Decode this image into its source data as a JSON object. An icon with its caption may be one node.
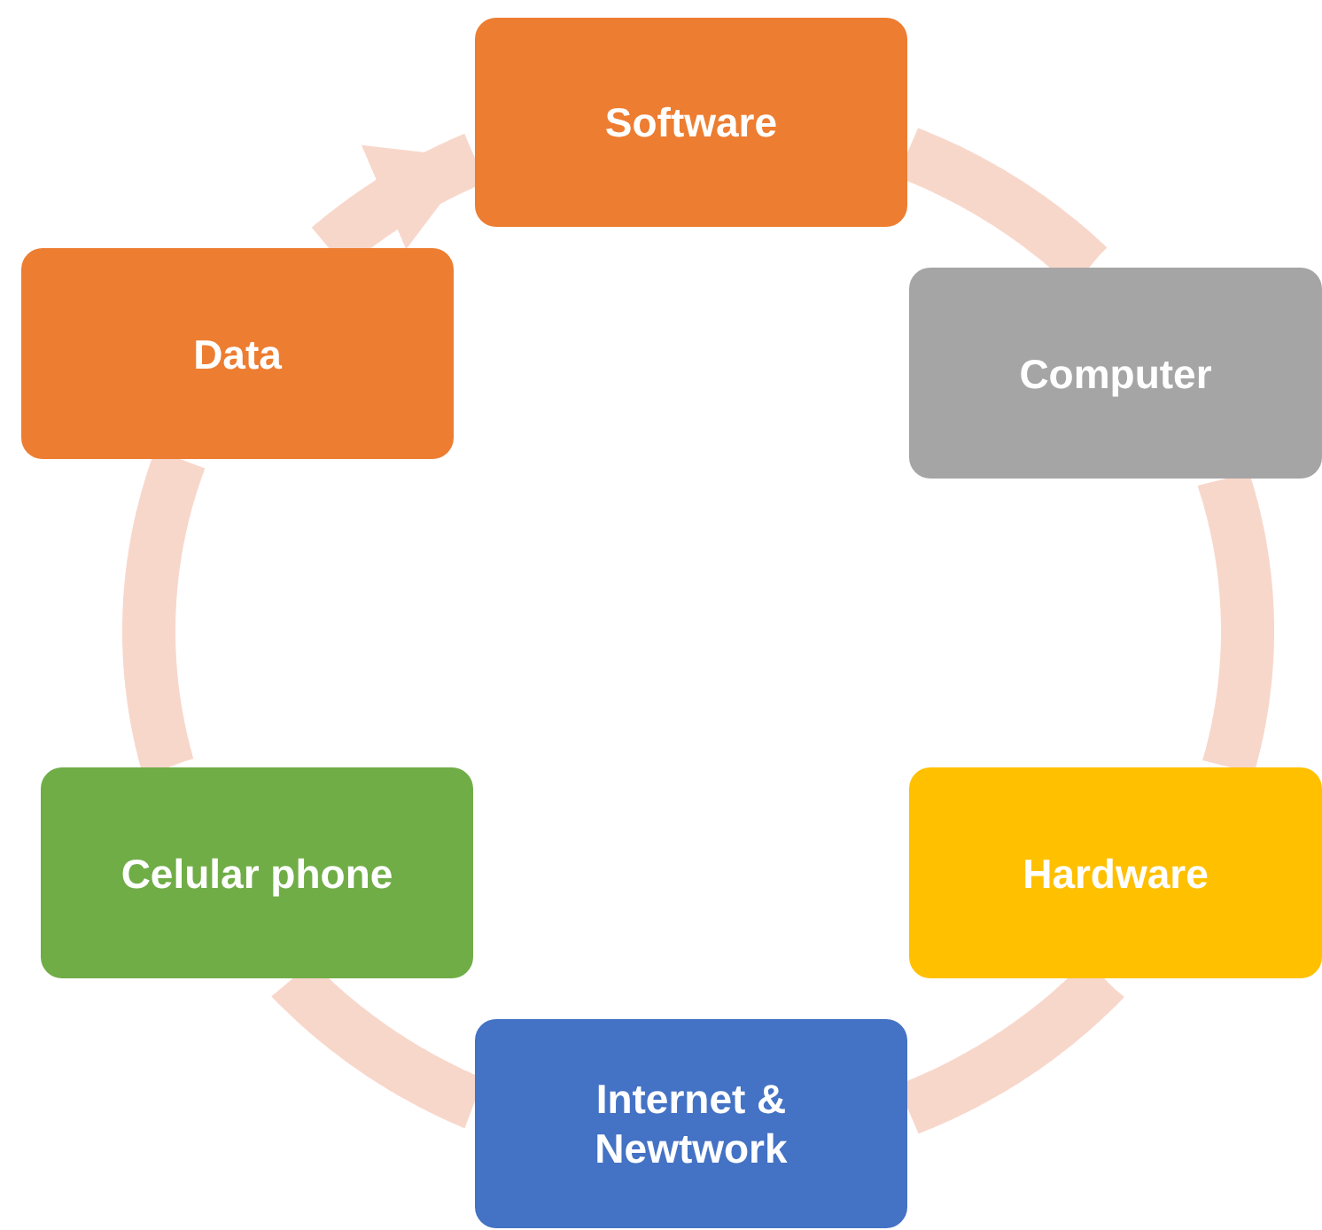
{
  "diagram": {
    "nodes": [
      {
        "text": [
          "Software"
        ]
      },
      {
        "text": [
          "Computer"
        ]
      },
      {
        "text": [
          "Hardware"
        ]
      },
      {
        "text": [
          "Internet & Newtwork"
        ]
      },
      {
        "text": [
          "Celular phone"
        ]
      },
      {
        "text": [
          "Data"
        ]
      }
    ],
    "edges": [
      {
        "from": 0,
        "to": 1,
        "arrow": "none"
      },
      {
        "from": 1,
        "to": 2,
        "arrow": "none"
      },
      {
        "from": 2,
        "to": 3,
        "arrow": "none"
      },
      {
        "from": 3,
        "to": 4,
        "arrow": "none"
      },
      {
        "from": 4,
        "to": 5,
        "arrow": "none"
      },
      {
        "from": 5,
        "to": 0,
        "arrow": "to"
      }
    ]
  }
}
